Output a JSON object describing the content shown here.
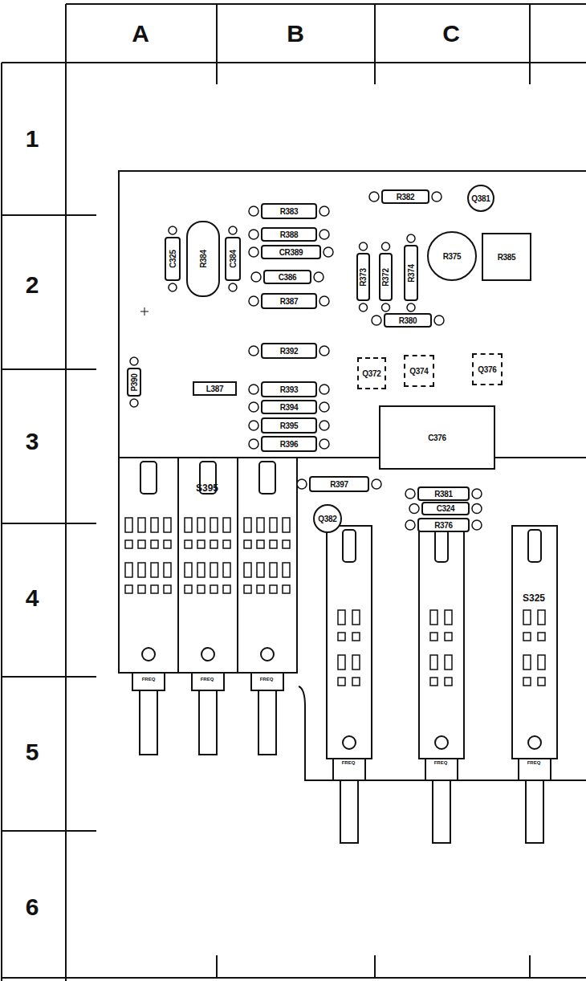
{
  "diagram": {
    "nodes": [
      {
        "text": [
          "R383"
        ]
      },
      {
        "text": [
          "R388"
        ]
      },
      {
        "text": [
          "CR389"
        ]
      },
      {
        "text": [
          "C386"
        ]
      },
      {
        "text": [
          "R387"
        ]
      },
      {
        "text": [
          "R382"
        ]
      },
      {
        "text": [
          "Q381"
        ]
      },
      {
        "text": [
          "C325"
        ]
      },
      {
        "text": [
          "R384"
        ]
      },
      {
        "text": [
          "C384"
        ]
      },
      {
        "text": [
          "R373"
        ]
      },
      {
        "text": [
          "R372"
        ]
      },
      {
        "text": [
          "R374"
        ]
      },
      {
        "text": [
          "R375"
        ]
      },
      {
        "text": [
          "R385"
        ]
      },
      {
        "text": [
          "R380"
        ]
      },
      {
        "text": [
          "R392"
        ]
      },
      {
        "text": [
          "Q372"
        ]
      },
      {
        "text": [
          "Q374"
        ]
      },
      {
        "text": [
          "Q376"
        ]
      },
      {
        "text": [
          "P390"
        ]
      },
      {
        "text": [
          "L387"
        ]
      },
      {
        "text": [
          "R393"
        ]
      },
      {
        "text": [
          "R394"
        ]
      },
      {
        "text": [
          "R395"
        ]
      },
      {
        "text": [
          "R396"
        ]
      },
      {
        "text": [
          "C376"
        ]
      },
      {
        "text": [
          "R397"
        ]
      },
      {
        "text": [
          "R381"
        ]
      },
      {
        "text": [
          "C324"
        ]
      },
      {
        "text": [
          "R376"
        ]
      },
      {
        "text": [
          "Q382"
        ]
      }
    ],
    "labels": [
      "A",
      "B",
      "C",
      "1",
      "2",
      "3",
      "4",
      "5",
      "6",
      "S395",
      "S325",
      "FREQ",
      "FREQ",
      "FREQ",
      "FREQ",
      "FREQ",
      "FREQ"
    ]
  }
}
